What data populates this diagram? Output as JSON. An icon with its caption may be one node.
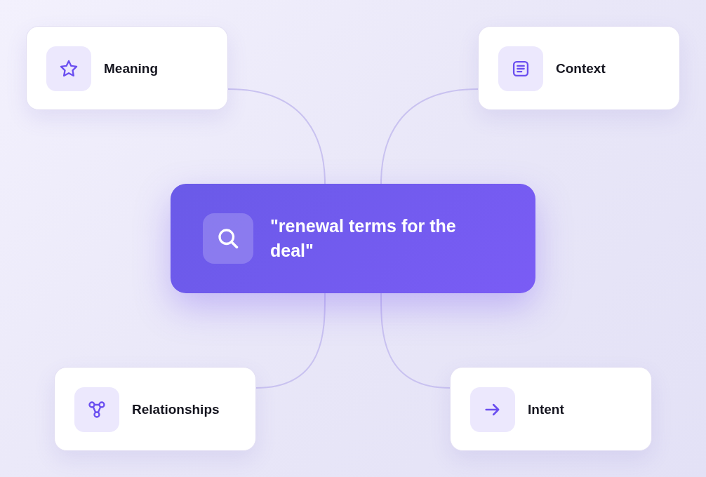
{
  "diagram": {
    "nodes": [
      {
        "text": [
          "Meaning"
        ]
      },
      {
        "text": [
          "Context"
        ]
      },
      {
        "text": [
          "\"renewal terms for the deal\""
        ]
      },
      {
        "text": [
          "Relationships"
        ]
      },
      {
        "text": [
          "Intent"
        ]
      }
    ],
    "edges": [
      {
        "from": 2,
        "to": 0,
        "arrow": "none"
      },
      {
        "from": 2,
        "to": 1,
        "arrow": "none"
      },
      {
        "from": 2,
        "to": 3,
        "arrow": "none"
      },
      {
        "from": 2,
        "to": 4,
        "arrow": "none"
      }
    ]
  }
}
